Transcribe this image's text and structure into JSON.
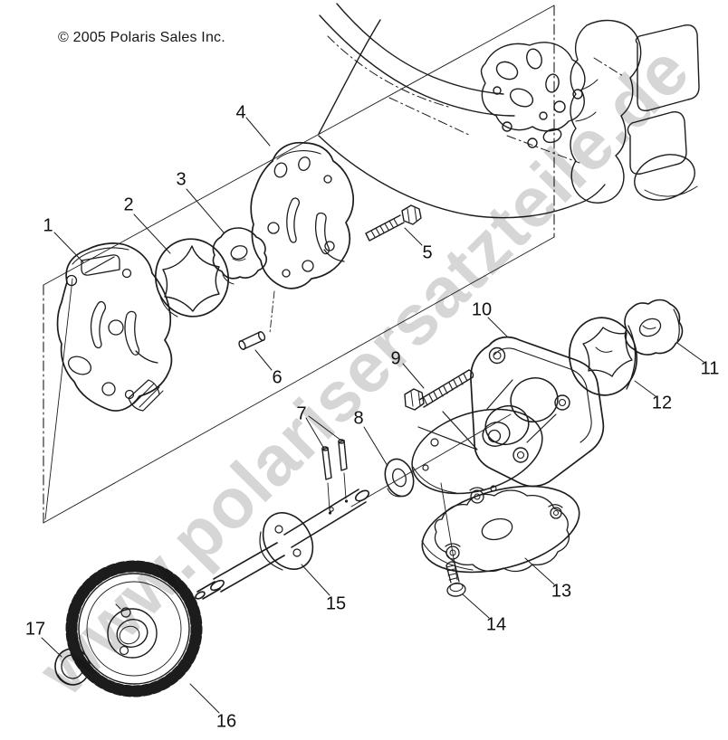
{
  "page": {
    "background": "#ffffff",
    "ink_color": "#1c1c1c"
  },
  "copyright": "© 2005 Polaris Sales Inc.",
  "watermark": {
    "text": "www.polarisersatzteile.de",
    "color": "#d6d6d6"
  },
  "diagram": {
    "callouts": [
      {
        "label": "1"
      },
      {
        "label": "2"
      },
      {
        "label": "3"
      },
      {
        "label": "4"
      },
      {
        "label": "5"
      },
      {
        "label": "6"
      },
      {
        "label": "7"
      },
      {
        "label": "8"
      },
      {
        "label": "9"
      },
      {
        "label": "10"
      },
      {
        "label": "11"
      },
      {
        "label": "12"
      },
      {
        "label": "13"
      },
      {
        "label": "14"
      },
      {
        "label": "15"
      },
      {
        "label": "16"
      },
      {
        "label": "17"
      }
    ]
  }
}
